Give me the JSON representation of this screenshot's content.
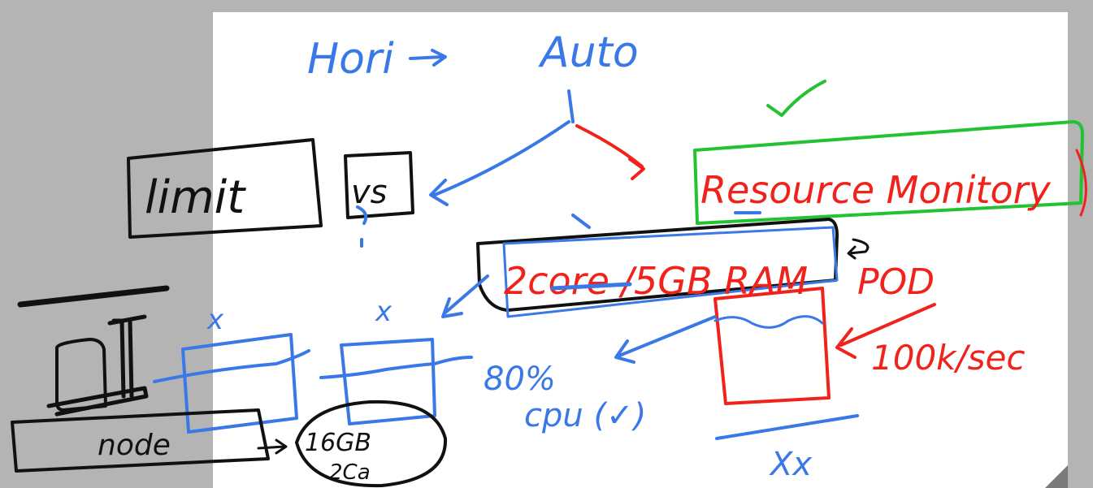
{
  "colors": {
    "background": "#b4b4b4",
    "page": "#ffffff",
    "blue": "#3b78e7",
    "red": "#f0221b",
    "green": "#22c232",
    "black": "#111111"
  },
  "labels": {
    "hori": "Hori",
    "auto": "Auto",
    "limit": "limit",
    "vs": "vs",
    "resource_monitoring": "Resource Monitory",
    "core_ram": "2core /5GB RAM",
    "pod": "POD",
    "rate": "100k/sec",
    "percent": "80%",
    "cpu": "cpu (✓)",
    "node": "node",
    "memory_top": "16GB",
    "memory_bottom": "2Ca",
    "xx": "Xx",
    "x_mark": "x"
  }
}
